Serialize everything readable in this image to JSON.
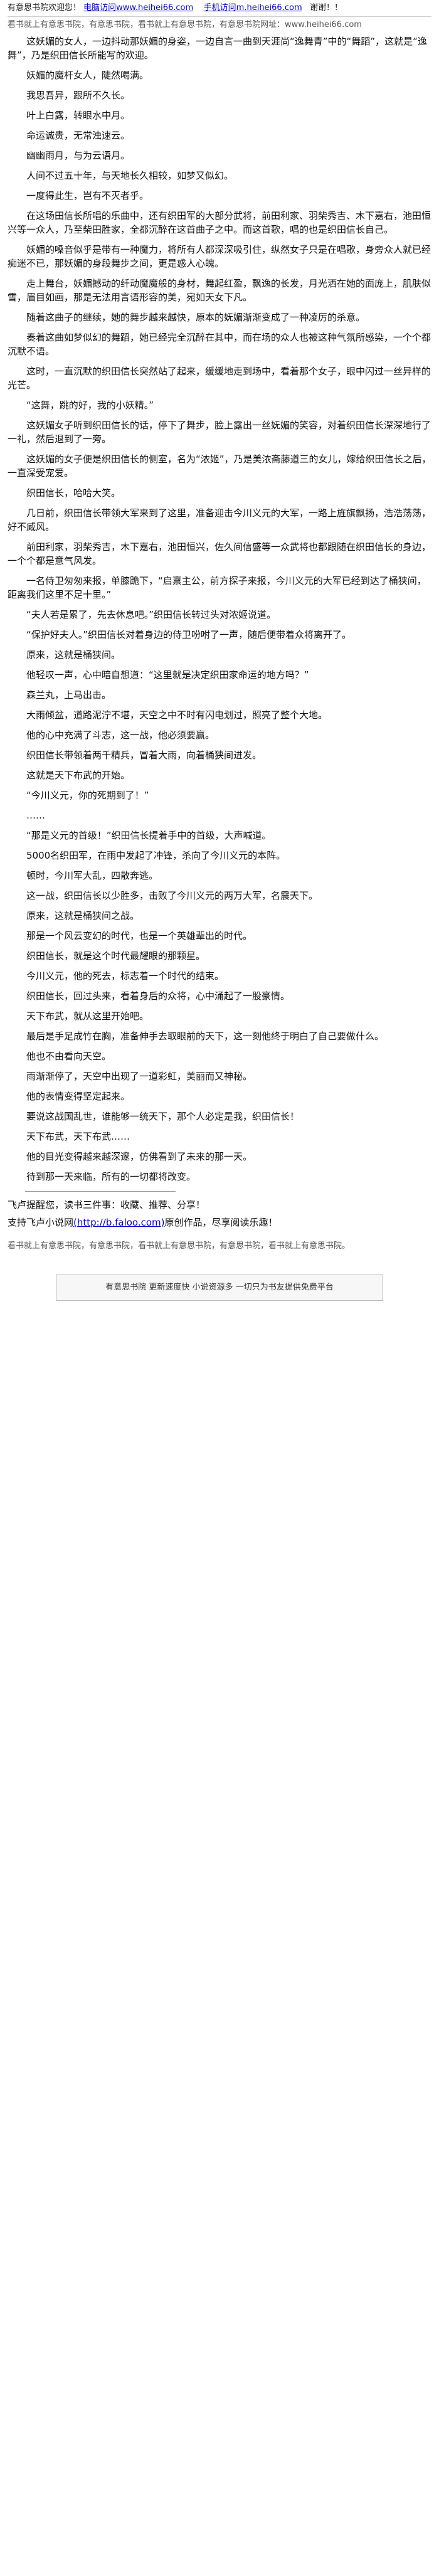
{
  "topbar": {
    "prefix": "有意思书院欢迎您！",
    "link1": "电脑访问www.heihei66.com",
    "link2": "手机访问m.heihei66.com",
    "suffix": "谢谢！！"
  },
  "watermark_top": "看书就上有意思书院，有意思书院，看书就上有意思书院，有意思书院网址：www.heihei66.com",
  "paragraphs": [
    "这妖媚的女人，一边抖动那妖媚的身姿，一边自言一曲到天涯尚“逸舞青”中的“舞蹈”，这就是“逸舞”，乃是织田信长所能写的欢迎。",
    "妖媚的魔杆女人，陡然喝满。",
    "我思吾异，跟所不久长。",
    "叶上白露，转眼水中月。",
    "命运诚贵，无常浊速云。",
    "幽幽雨月，与为云语月。",
    "人间不过五十年，与天地长久相较，如梦又似幻。",
    "一度得此生，岂有不灭者乎。",
    "在这场田信长所唱的乐曲中，还有织田军的大部分武将，前田利家、羽柴秀吉、木下嘉右，池田恒兴等一众人，乃至柴田胜家，全都沉醉在这首曲子之中。而这首歌，唱的也是织田信长自己。",
    "妖媚的嗓音似乎是带有一种魔力，将所有人都深深吸引住，纵然女子只是在唱歌，身旁众人就已经痴迷不已，那妖媚的身段舞步之间，更是惑人心魄。",
    "走上舞台，妖媚撼动的纤动魔魔般的身材，舞起红盈，飘逸的长发，月光洒在她的面庞上，肌肤似雪，眉目如画，那是无法用言语形容的美，宛如天女下凡。",
    "随着这曲子的继续，她的舞步越来越快，原本的妩媚渐渐变成了一种凌厉的杀意。",
    "奏着这曲如梦似幻的舞蹈，她已经完全沉醉在其中，而在场的众人也被这种气氛所感染，一个个都沉默不语。",
    "这时，一直沉默的织田信长突然站了起来，缓缓地走到场中，看着那个女子，眼中闪过一丝异样的光芒。",
    "“这舞，跳的好，我的小妖精。”",
    "这妖媚女子听到织田信长的话，停下了舞步，脸上露出一丝妩媚的笑容，对着织田信长深深地行了一礼，然后退到了一旁。",
    "这妖媚的女子便是织田信长的侧室，名为“浓姬”，乃是美浓斋藤道三的女儿，嫁给织田信长之后，一直深受宠爱。",
    "织田信长，哈哈大笑。",
    "几日前，织田信长带领大军来到了这里，准备迎击今川义元的大军，一路上旌旗飘扬，浩浩荡荡，好不威风。",
    "前田利家，羽柴秀吉，木下嘉右，池田恒兴，佐久间信盛等一众武将也都跟随在织田信长的身边，一个个都是意气风发。",
    "一名侍卫匆匆来报，单膝跪下，“启禀主公，前方探子来报，今川义元的大军已经到达了桶狭间，距离我们这里不足十里。”",
    "“夫人若是累了，先去休息吧。”织田信长转过头对浓姬说道。",
    "“保护好夫人。”织田信长对着身边的侍卫吩咐了一声，随后便带着众将离开了。",
    "原来，这就是桶狭间。",
    "他轻叹一声，心中暗自想道：“这里就是决定织田家命运的地方吗？”",
    "森兰丸，上马出击。",
    "大雨倾盆，道路泥泞不堪，天空之中不时有闪电划过，照亮了整个大地。",
    "他的心中充满了斗志，这一战，他必须要赢。",
    "织田信长带领着两千精兵，冒着大雨，向着桶狭间进发。",
    "这就是天下布武的开始。",
    "“今川义元，你的死期到了！”",
    "……",
    "“那是义元的首级！”织田信长提着手中的首级，大声喊道。",
    "5000名织田军，在雨中发起了冲锋，杀向了今川义元的本阵。",
    "顿时，今川军大乱，四散奔逃。",
    "这一战，织田信长以少胜多，击败了今川义元的两万大军，名震天下。",
    "原来，这就是桶狭间之战。",
    "那是一个风云变幻的时代，也是一个英雄辈出的时代。",
    "织田信长，就是这个时代最耀眼的那颗星。",
    "今川义元，他的死去，标志着一个时代的结束。",
    "织田信长，回过头来，看着身后的众将，心中涌起了一股豪情。",
    "天下布武，就从这里开始吧。",
    "最后是手足成竹在胸，准备伸手去取眼前的天下，这一刻他终于明白了自己要做什么。",
    "他也不由看向天空。",
    "雨渐渐停了，天空中出现了一道彩虹，美丽而又神秘。",
    "他的表情变得坚定起来。",
    "要说这战国乱世，谁能够一统天下，那个人必定是我，织田信长！",
    "天下布武，天下布武……",
    "他的目光变得越来越深邃，仿佛看到了未来的那一天。",
    "待到那一天来临，所有的一切都将改变。"
  ],
  "footer": {
    "note1": "飞卢提醒您，读书三件事：收藏、推荐、分享！",
    "note2_prefix": "支持飞卢小说网",
    "note2_link": "(http://b.faloo.com)",
    "note2_suffix": "原创作品，尽享阅读乐趣！"
  },
  "watermark_bottom": "看书就上有意思书院，有意思书院，看书就上有意思书院，有意思书院，看书就上有意思书院。",
  "bottom_ad": "有意思书院 更新速度快 小说资源多 一切只为书友提供免费平台"
}
